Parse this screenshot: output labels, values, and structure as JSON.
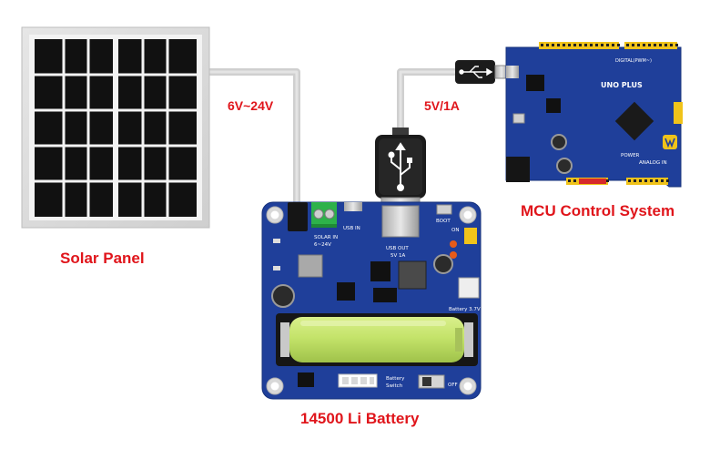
{
  "labels": {
    "solar_panel": "Solar Panel",
    "battery": "14500 Li Battery",
    "mcu": "MCU Control System",
    "solar_voltage": "6V~24V",
    "usb_output": "5V/1A"
  },
  "board_silkscreen": {
    "solar_in": "SOLAR IN",
    "solar_range": "6~24V",
    "usb_in": "USB IN",
    "usb_out": "USB OUT",
    "usb_out_rating": "5V 1A",
    "boot": "BOOT",
    "on": "ON",
    "off": "OFF",
    "battery_rating": "Battery 3.7V",
    "battery_switch_1": "Battery",
    "battery_switch_2": "Switch"
  },
  "mcu_silkscreen": {
    "uno_plus": "UNO PLUS",
    "digital": "DIGITAL(PWM~)",
    "power": "POWER",
    "analog_in": "ANALOG IN"
  },
  "colors": {
    "label_red": "#e0151b",
    "board_blue": "#1f3f9a",
    "cable_gray": "#c9c9c9",
    "battery_green": "#c4e36a"
  }
}
